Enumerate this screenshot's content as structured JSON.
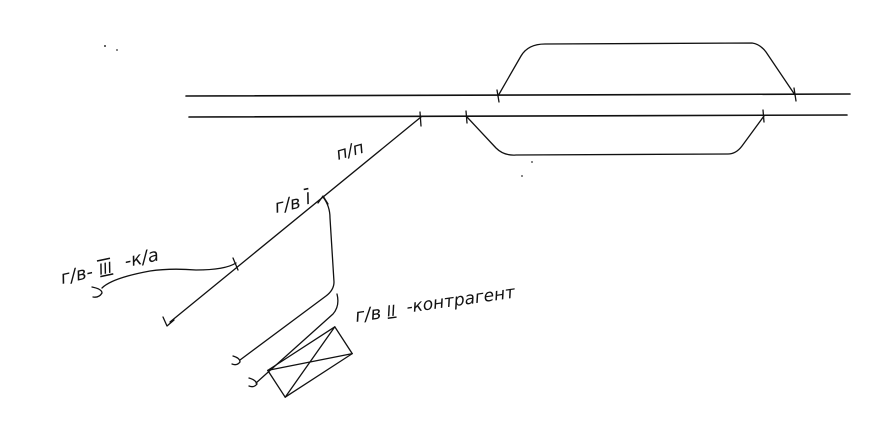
{
  "labels": {
    "passing_track": "п/п",
    "siding_1": "г/в",
    "siding_1_roman": "I",
    "siding_3_prefix": "г/в-",
    "siding_3_roman": "III",
    "siding_3_suffix": "-к/а",
    "siding_2_prefix": "г/в",
    "siding_2_roman": "II",
    "siding_2_suffix": "-контрагент"
  }
}
